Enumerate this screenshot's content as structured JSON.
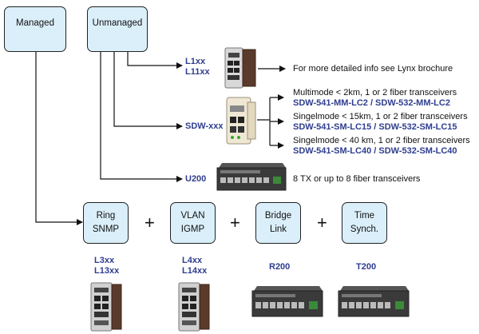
{
  "categories": {
    "managed": "Managed",
    "unmanaged": "Unmanaged"
  },
  "unmanaged_products": {
    "l1": {
      "name1": "L1xx",
      "name2": "L11xx",
      "note": "For more detailed info see Lynx brochure"
    },
    "sdw": {
      "name": "SDW-xxx",
      "options": [
        {
          "desc": "Multimode < 2km, 1 or 2 fiber transceivers",
          "models": "SDW-541-MM-LC2 / SDW-532-MM-LC2"
        },
        {
          "desc": "Singelmode < 15km, 1 or 2 fiber transceivers",
          "models": "SDW-541-SM-LC15 / SDW-532-SM-LC15"
        },
        {
          "desc": "Singelmode < 40 km, 1 or 2 fiber transceivers",
          "models": "SDW-541-SM-LC40 / SDW-532-SM-LC40"
        }
      ]
    },
    "u200": {
      "name": "U200",
      "note": "8 TX or up to 8 fiber transceivers"
    }
  },
  "features": [
    {
      "line1": "Ring",
      "line2": "SNMP",
      "prod1": "L3xx",
      "prod2": "L13xx"
    },
    {
      "line1": "VLAN",
      "line2": "IGMP",
      "prod1": "L4xx",
      "prod2": "L14xx"
    },
    {
      "line1": "Bridge",
      "line2": "Link",
      "prod1": "R200",
      "prod2": ""
    },
    {
      "line1": "Time",
      "line2": "Synch.",
      "prod1": "T200",
      "prod2": ""
    }
  ],
  "plus": "+",
  "colors": {
    "box_fill": "#dbeffa",
    "product_text": "#2e3d8f",
    "device_dark": "#3a3a3a"
  }
}
